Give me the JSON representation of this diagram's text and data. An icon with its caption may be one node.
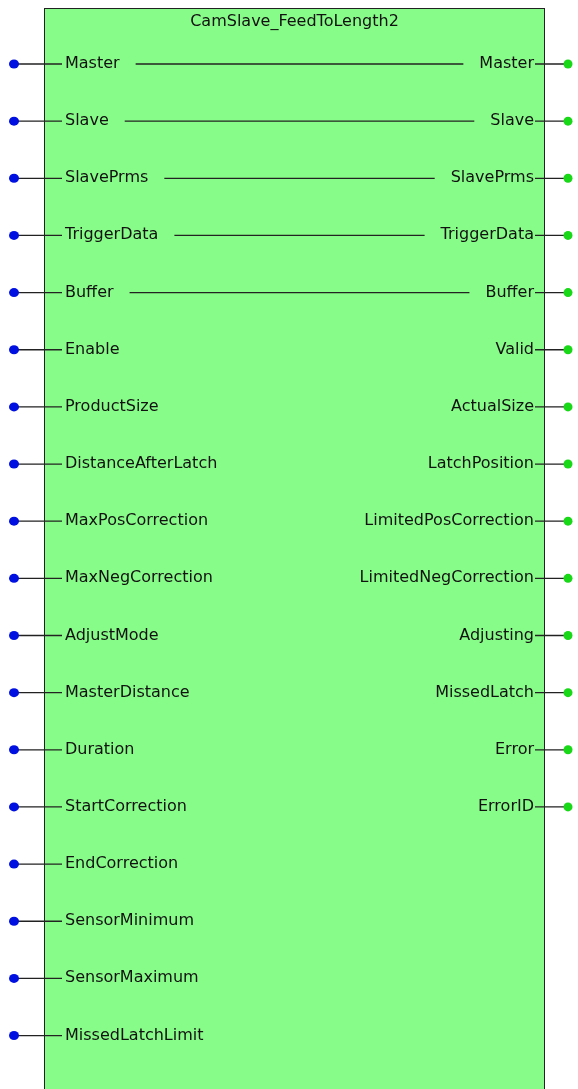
{
  "diagram": {
    "nodes": [
      {
        "text": [
          "CamSlave_FeedToLength2"
        ]
      },
      {
        "text": [
          "Master"
        ],
        "in": 0
      },
      {
        "text": [
          "Master"
        ],
        "in": 0
      },
      {
        "text": [
          "Slave"
        ],
        "in": 0
      },
      {
        "text": [
          "Slave"
        ],
        "in": 0
      },
      {
        "text": [
          "SlavePrms"
        ],
        "in": 0
      },
      {
        "text": [
          "SlavePrms"
        ],
        "in": 0
      },
      {
        "text": [
          "TriggerData"
        ],
        "in": 0
      },
      {
        "text": [
          "TriggerData"
        ],
        "in": 0
      },
      {
        "text": [
          "Buffer"
        ],
        "in": 0
      },
      {
        "text": [
          "Buffer"
        ],
        "in": 0
      },
      {
        "text": [
          "Enable"
        ],
        "in": 0
      },
      {
        "text": [
          "Valid"
        ],
        "in": 0
      },
      {
        "text": [
          "ProductSize"
        ],
        "in": 0
      },
      {
        "text": [
          "ActualSize"
        ],
        "in": 0
      },
      {
        "text": [
          "DistanceAfterLatch"
        ],
        "in": 0
      },
      {
        "text": [
          "LatchPosition"
        ],
        "in": 0
      },
      {
        "text": [
          "MaxPosCorrection"
        ],
        "in": 0
      },
      {
        "text": [
          "LimitedPosCorrection"
        ],
        "in": 0
      },
      {
        "text": [
          "MaxNegCorrection"
        ],
        "in": 0
      },
      {
        "text": [
          "LimitedNegCorrection"
        ],
        "in": 0
      },
      {
        "text": [
          "AdjustMode"
        ],
        "in": 0
      },
      {
        "text": [
          "Adjusting"
        ],
        "in": 0
      },
      {
        "text": [
          "MasterDistance"
        ],
        "in": 0
      },
      {
        "text": [
          "MissedLatch"
        ],
        "in": 0
      },
      {
        "text": [
          "Duration"
        ],
        "in": 0
      },
      {
        "text": [
          "Error"
        ],
        "in": 0
      },
      {
        "text": [
          "StartCorrection"
        ],
        "in": 0
      },
      {
        "text": [
          "ErrorID"
        ],
        "in": 0
      },
      {
        "text": [
          "EndCorrection"
        ],
        "in": 0
      },
      {
        "text": [
          "SensorMinimum"
        ],
        "in": 0
      },
      {
        "text": [
          "SensorMaximum"
        ],
        "in": 0
      },
      {
        "text": [
          "MissedLatchLimit"
        ],
        "in": 0
      }
    ],
    "edges": [
      {
        "from": 1,
        "to": 2,
        "arrow": "none"
      },
      {
        "from": 3,
        "to": 4,
        "arrow": "none"
      },
      {
        "from": 5,
        "to": 6,
        "arrow": "none"
      },
      {
        "from": 7,
        "to": 8,
        "arrow": "none"
      },
      {
        "from": 9,
        "to": 10,
        "arrow": "none"
      },
      {
        "from": null,
        "to": 1,
        "arrow": "other"
      },
      {
        "from": 2,
        "to": null,
        "arrow": "other"
      },
      {
        "from": null,
        "to": 3,
        "arrow": "other"
      },
      {
        "from": 4,
        "to": null,
        "arrow": "other"
      },
      {
        "from": null,
        "to": 5,
        "arrow": "other"
      },
      {
        "from": 6,
        "to": null,
        "arrow": "other"
      },
      {
        "from": null,
        "to": 7,
        "arrow": "other"
      },
      {
        "from": 8,
        "to": null,
        "arrow": "other"
      },
      {
        "from": null,
        "to": 9,
        "arrow": "other"
      },
      {
        "from": 10,
        "to": null,
        "arrow": "other"
      },
      {
        "from": null,
        "to": 11,
        "arrow": "other"
      },
      {
        "from": 12,
        "to": null,
        "arrow": "other"
      },
      {
        "from": null,
        "to": 13,
        "arrow": "other"
      },
      {
        "from": 14,
        "to": null,
        "arrow": "other"
      },
      {
        "from": null,
        "to": 15,
        "arrow": "other"
      },
      {
        "from": 16,
        "to": null,
        "arrow": "other"
      },
      {
        "from": null,
        "to": 17,
        "arrow": "other"
      },
      {
        "from": 18,
        "to": null,
        "arrow": "other"
      },
      {
        "from": null,
        "to": 19,
        "arrow": "other"
      },
      {
        "from": 20,
        "to": null,
        "arrow": "other"
      },
      {
        "from": null,
        "to": 21,
        "arrow": "other"
      },
      {
        "from": 22,
        "to": null,
        "arrow": "other"
      },
      {
        "from": null,
        "to": 23,
        "arrow": "other"
      },
      {
        "from": 24,
        "to": null,
        "arrow": "other"
      },
      {
        "from": null,
        "to": 25,
        "arrow": "other"
      },
      {
        "from": 26,
        "to": null,
        "arrow": "other"
      },
      {
        "from": null,
        "to": 27,
        "arrow": "other"
      },
      {
        "from": 28,
        "to": null,
        "arrow": "other"
      },
      {
        "from": null,
        "to": 29,
        "arrow": "other"
      },
      {
        "from": null,
        "to": 30,
        "arrow": "other"
      },
      {
        "from": null,
        "to": 31,
        "arrow": "other"
      },
      {
        "from": null,
        "to": 32,
        "arrow": "other"
      }
    ]
  }
}
